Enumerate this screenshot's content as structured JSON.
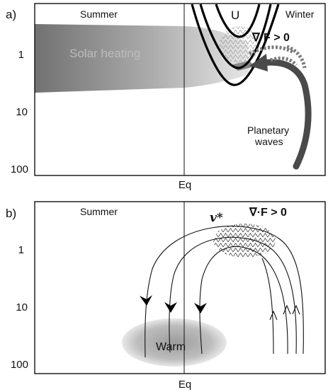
{
  "panel_a": {
    "tag": "a)",
    "y_ticks": [
      "1",
      "10",
      "100"
    ],
    "x_tick": "Eq",
    "summer": "Summer",
    "winter": "Winter",
    "jet": "U",
    "solar_heating": "Solar heating",
    "div_f": "∇·F > 0",
    "planetary_waves_line1": "Planetary",
    "planetary_waves_line2": "waves"
  },
  "panel_b": {
    "tag": "b)",
    "y_ticks": [
      "1",
      "10",
      "100"
    ],
    "x_tick": "Eq",
    "summer": "Summer",
    "v_star": "v*",
    "div_f": "∇·F > 0",
    "warm": "Warm"
  }
}
